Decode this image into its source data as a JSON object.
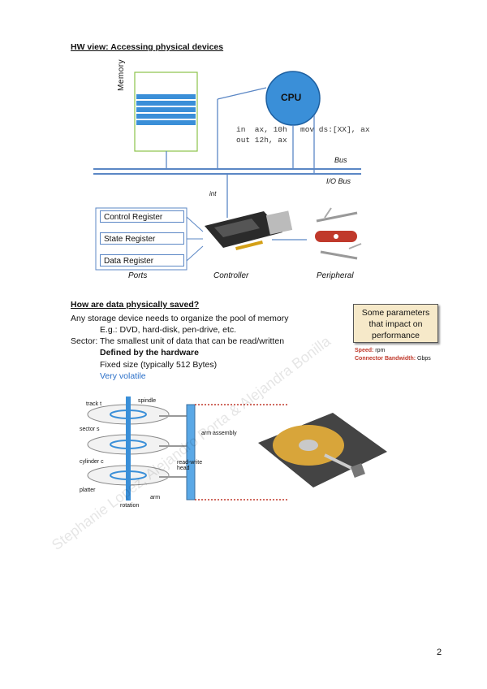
{
  "section1": {
    "title": "HW view: Accessing physical devices",
    "memory_label": "Memory",
    "cpu_label": "CPU",
    "code_line1": "in  ax, 10h",
    "code_line2": "out 12h, ax",
    "code_line3": "mov ds:[XX], ax",
    "bus_label": "Bus",
    "io_bus_label": "I/O Bus",
    "int_label": "int",
    "registers": [
      "Control Register",
      "State Register",
      "Data Register"
    ],
    "ports_label": "Ports",
    "controller_label": "Controller",
    "peripheral_label": "Peripheral"
  },
  "section2": {
    "title": "How are data physically saved?",
    "line1": "Any storage device needs to organize the pool of memory",
    "line2": "E.g.: DVD, hard-disk, pen-drive, etc.",
    "line3": "Sector: The smallest unit of data that can be read/written",
    "line4": "Defined by the hardware",
    "line5": "Fixed size (typically 512 Bytes)",
    "line6": "Very volatile",
    "param_box": "Some parameters that impact on performance",
    "speed_key": "Speed:",
    "speed_val": "rpm",
    "bw_key": "Connector Bandwidth:",
    "bw_val": "Gbps"
  },
  "disk_diagram": {
    "track": "track t",
    "spindle": "spindle",
    "sector": "sector s",
    "arm_assembly": "arm assembly",
    "cylinder": "cylinder c",
    "rw_head": "read-write head",
    "platter": "platter",
    "arm": "arm",
    "rotation": "rotation"
  },
  "watermark": "Stephanie Lopez, Alejandro Porta & Alejandra Bonilla",
  "page_number": "2",
  "colors": {
    "cpu": "#3a8fd8",
    "memory_border": "#8bc34a",
    "bus": "#5b87c5",
    "link": "#2a6fc8"
  }
}
